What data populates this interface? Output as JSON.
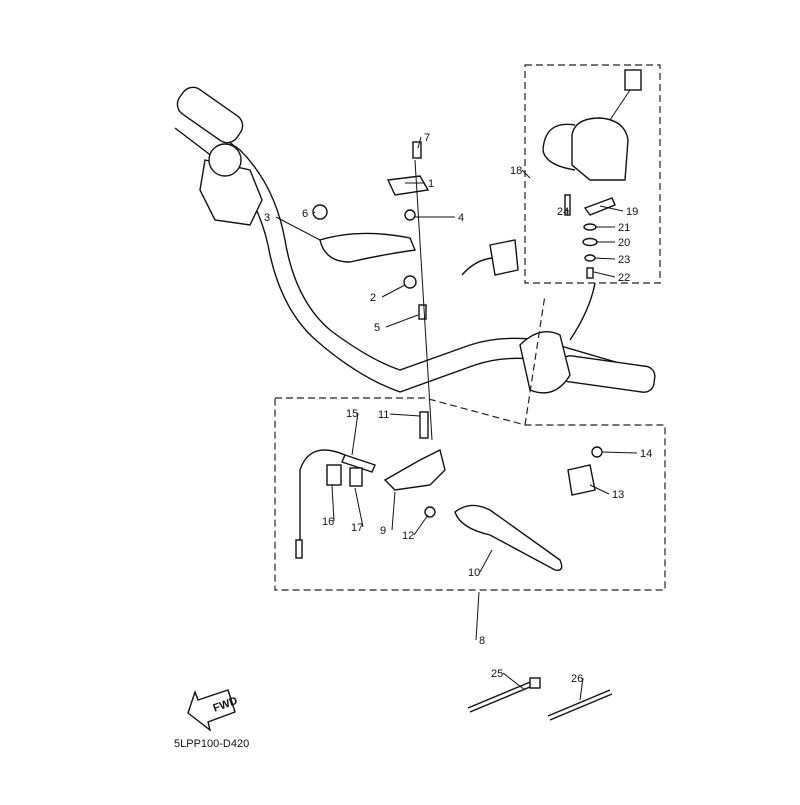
{
  "diagram": {
    "code": "5LPP100-D420",
    "fwd_label": "FWD",
    "callouts": [
      "1",
      "2",
      "3",
      "4",
      "5",
      "6",
      "7",
      "8",
      "9",
      "10",
      "11",
      "12",
      "13",
      "14",
      "15",
      "16",
      "17",
      "18",
      "19",
      "20",
      "21",
      "22",
      "23",
      "24",
      "25",
      "26"
    ]
  }
}
